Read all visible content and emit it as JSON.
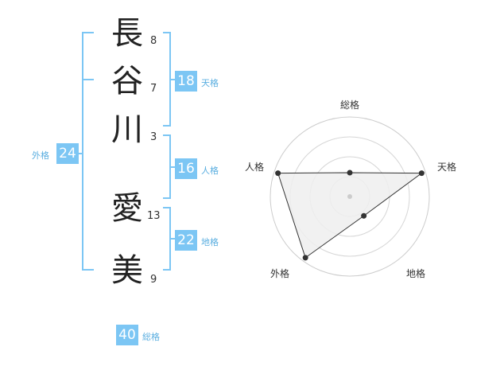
{
  "name_chars": [
    {
      "char": "長",
      "strokes": "8"
    },
    {
      "char": "谷",
      "strokes": "7"
    },
    {
      "char": "川",
      "strokes": "3"
    },
    {
      "char": "愛",
      "strokes": "13"
    },
    {
      "char": "美",
      "strokes": "9"
    }
  ],
  "fortune": {
    "tenkaku": {
      "value": "18",
      "label": "天格"
    },
    "jinkaku": {
      "value": "16",
      "label": "人格"
    },
    "chikaku": {
      "value": "22",
      "label": "地格"
    },
    "gaikaku": {
      "value": "24",
      "label": "外格"
    },
    "soukaku": {
      "value": "40",
      "label": "総格"
    }
  },
  "radar": {
    "axes": [
      "総格",
      "天格",
      "地格",
      "外格",
      "人格"
    ],
    "levels": 4,
    "values": [
      0.3,
      0.95,
      0.3,
      0.95,
      0.95
    ],
    "accent": "#7cc6f4",
    "fill": "#eeeeee"
  }
}
